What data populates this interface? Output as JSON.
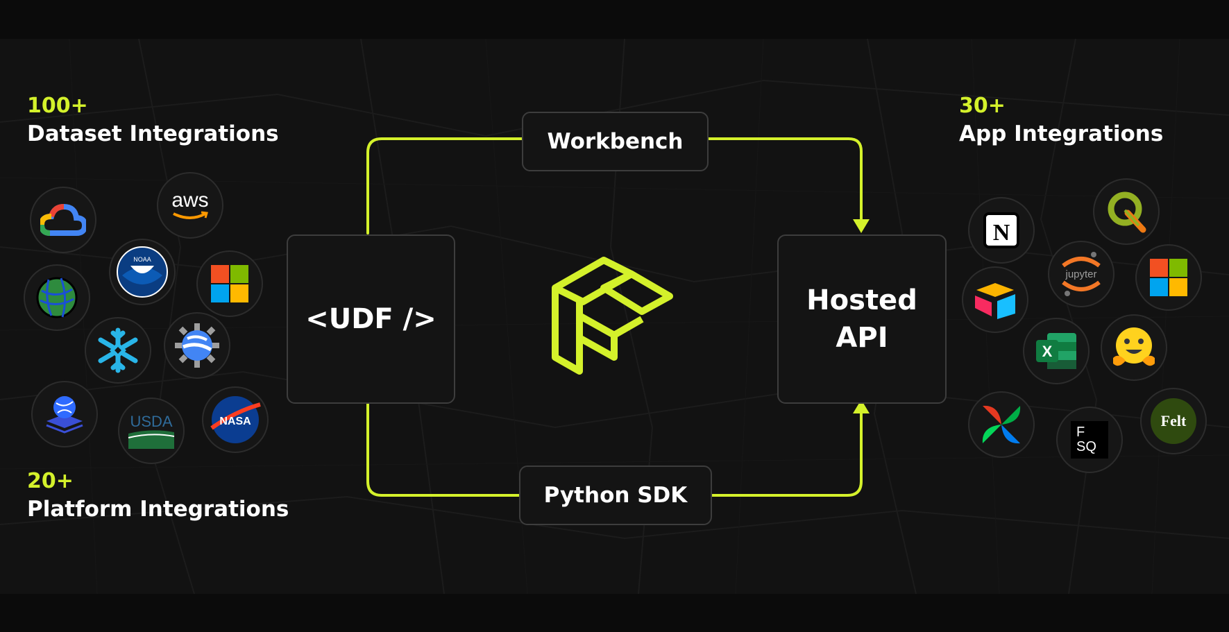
{
  "left": {
    "dataset": {
      "count": "100+",
      "label": "Dataset Integrations"
    },
    "platform": {
      "count": "20+",
      "label": "Platform Integrations"
    }
  },
  "right": {
    "app": {
      "count": "30+",
      "label": "App Integrations"
    }
  },
  "nodes": {
    "workbench": "Workbench",
    "python_sdk": "Python SDK",
    "udf": "<UDF />",
    "hosted_api_line1": "Hosted",
    "hosted_api_line2": "API"
  },
  "logos": {
    "aws": "aws",
    "noaa": "NOAA",
    "usda": "USDA",
    "nasa": "NASA",
    "notion": "N",
    "jupyter": "jupyter",
    "excel": "X",
    "fsq_line1": "F",
    "fsq_line2": "SQ",
    "felt": "Felt"
  },
  "colors": {
    "accent": "#d4f12b",
    "background": "#0b0b0b",
    "box_border": "#3d3d3d"
  },
  "icons": [
    "google-cloud-icon",
    "aws-icon",
    "globe-grid-icon",
    "noaa-icon",
    "microsoft-icon",
    "snowflake-icon",
    "google-earth-icon",
    "stacked-globe-icon",
    "usda-icon",
    "nasa-icon",
    "notion-icon",
    "qgis-icon",
    "airtable-icon",
    "jupyter-icon",
    "microsoft-icon",
    "excel-icon",
    "hugging-face-icon",
    "airflow-icon",
    "foursquare-icon",
    "felt-icon",
    "fused-logo-icon"
  ]
}
